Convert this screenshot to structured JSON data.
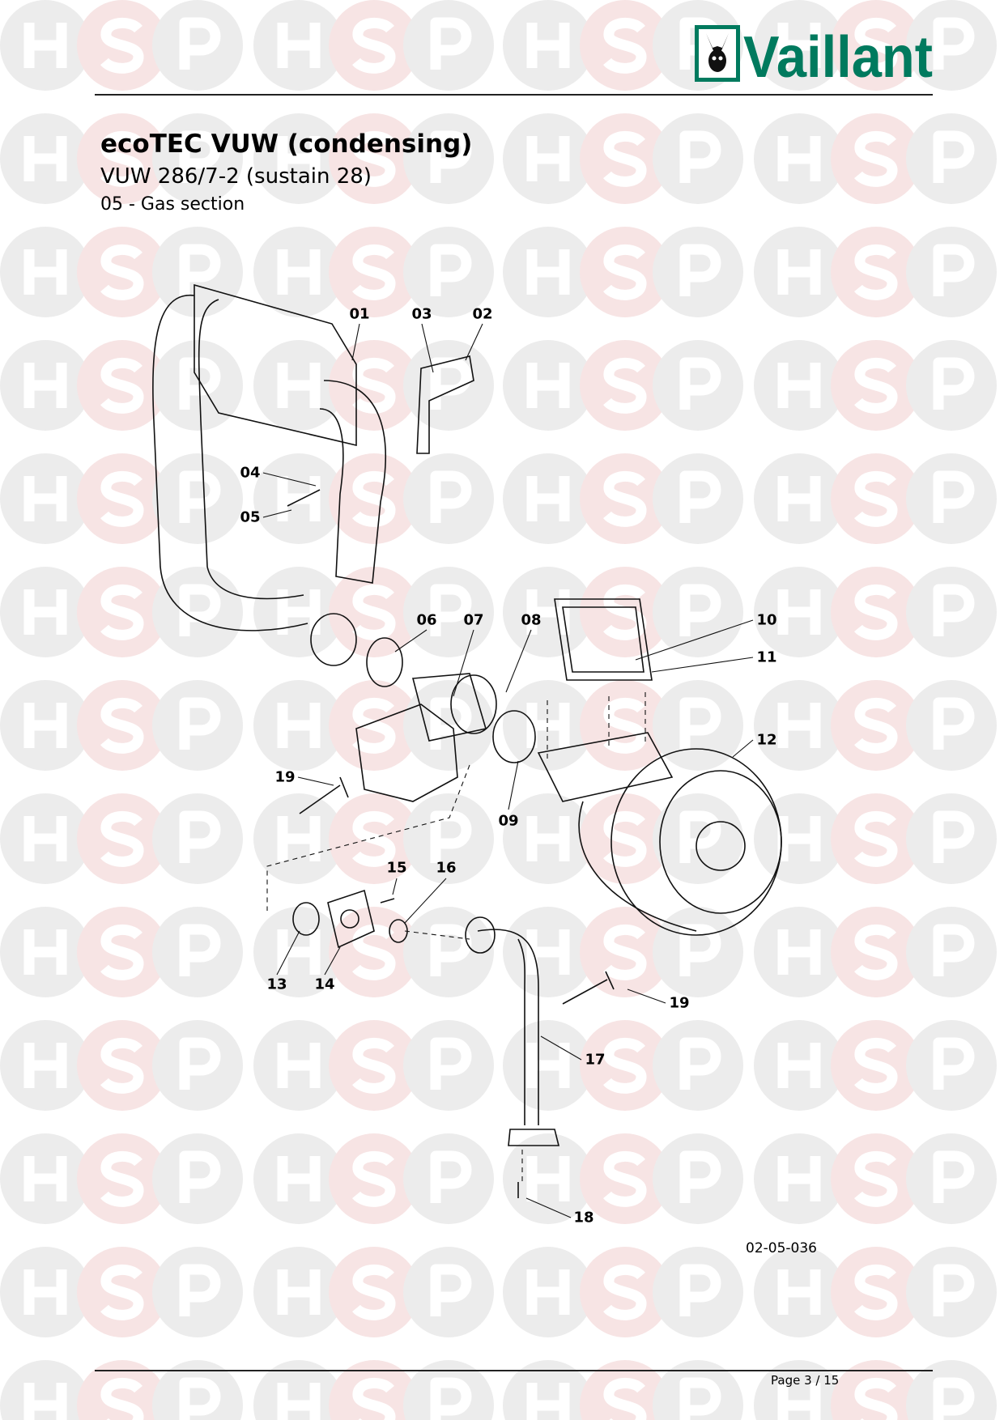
{
  "brand": {
    "name": "Vaillant",
    "color": "#007a5e"
  },
  "header": {
    "title": "ecoTEC VUW (condensing)",
    "model": "VUW 286/7-2 (sustain 28)",
    "section": "05 - Gas section"
  },
  "diagram": {
    "drawing_code": "02-05-036",
    "part_labels": [
      "01",
      "03",
      "02",
      "04",
      "05",
      "06",
      "07",
      "08",
      "10",
      "11",
      "12",
      "19",
      "09",
      "15",
      "16",
      "13",
      "14",
      "19",
      "17",
      "18"
    ]
  },
  "footer": {
    "page": "Page 3 / 15"
  },
  "watermark": {
    "letters": [
      "H",
      "S",
      "P"
    ],
    "colors": {
      "grey": "#ececec",
      "pink": "#f7e4e4"
    }
  }
}
